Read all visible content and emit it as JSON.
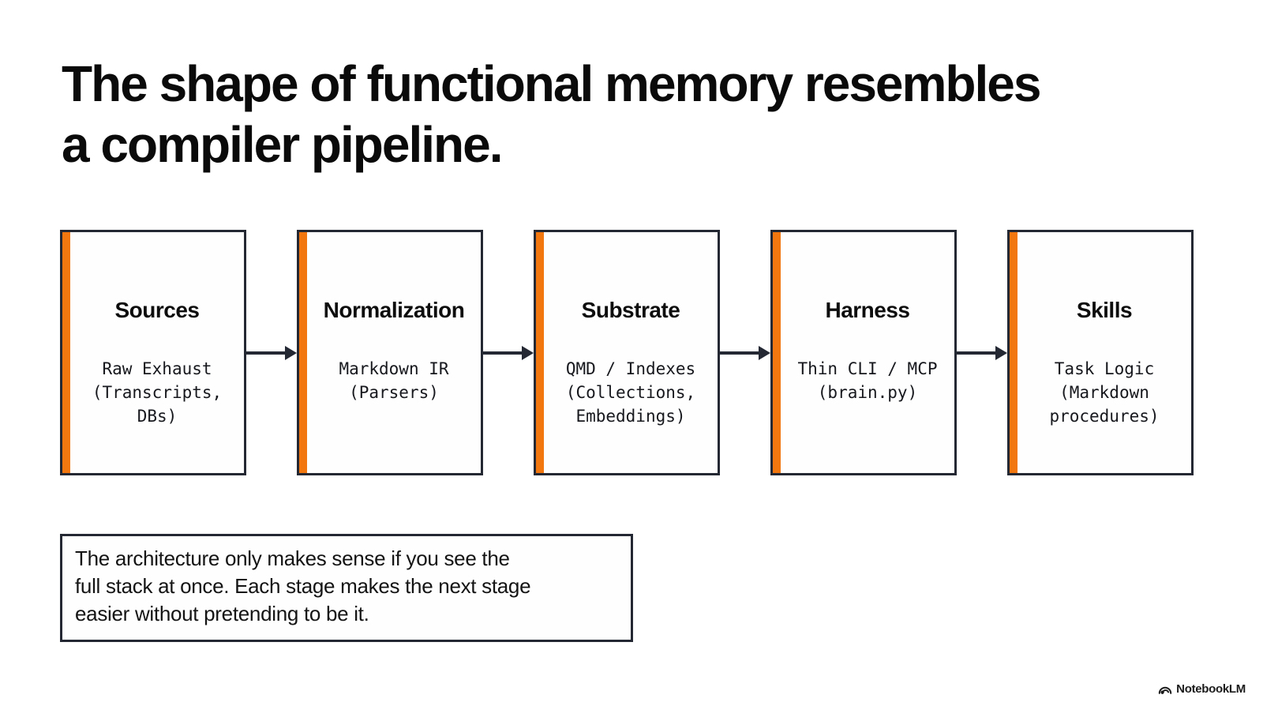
{
  "title": "The shape of functional memory resembles\na compiler pipeline.",
  "stages": [
    {
      "title": "Sources",
      "body": "Raw Exhaust\n(Transcripts,\nDBs)"
    },
    {
      "title": "Normalization",
      "body": "Markdown IR\n(Parsers)"
    },
    {
      "title": "Substrate",
      "body": "QMD / Indexes\n(Collections,\nEmbeddings)"
    },
    {
      "title": "Harness",
      "body": "Thin CLI / MCP\n(brain.py)"
    },
    {
      "title": "Skills",
      "body": "Task Logic\n(Markdown\nprocedures)"
    }
  ],
  "note": "The architecture only makes sense if you see the\nfull stack at once. Each stage makes the next stage\neasier without pretending to be it.",
  "footer": {
    "brand": "NotebookLM"
  },
  "colors": {
    "accent_orange": "#f1770e",
    "stroke_dark": "#232833",
    "text": "#111111",
    "background": "#ffffff"
  }
}
